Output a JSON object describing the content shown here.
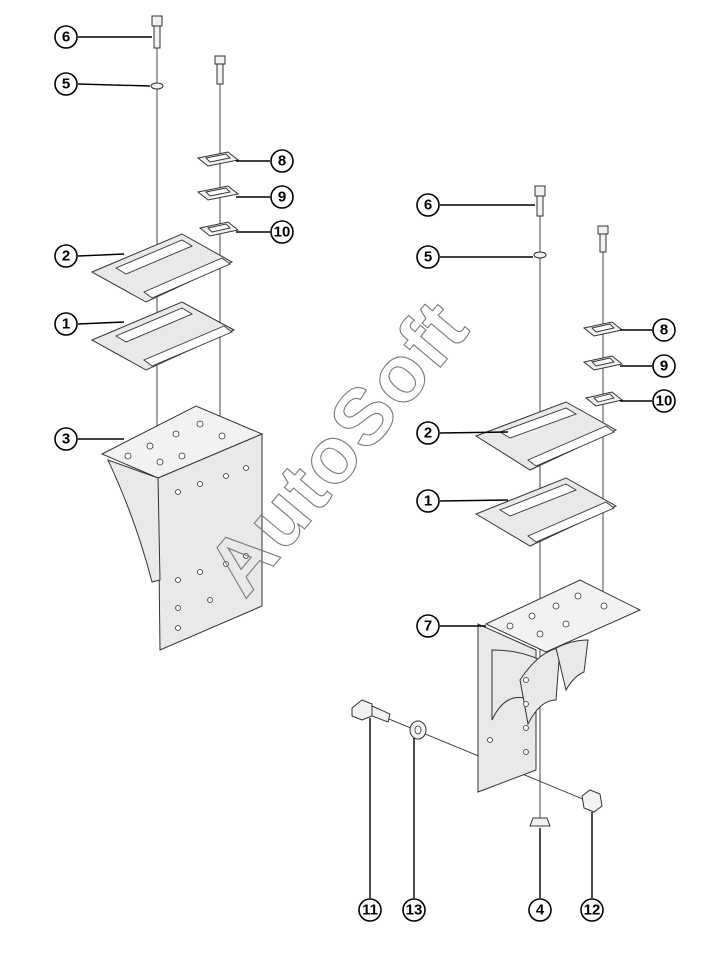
{
  "watermark": "AutoSoft",
  "callouts": {
    "left": {
      "c6": "6",
      "c5": "5",
      "c8": "8",
      "c9": "9",
      "c10": "10",
      "c2": "2",
      "c1": "1",
      "c3": "3"
    },
    "right": {
      "c6": "6",
      "c5": "5",
      "c8": "8",
      "c9": "9",
      "c10": "10",
      "c2": "2",
      "c1": "1",
      "c7": "7",
      "c11": "11",
      "c13": "13",
      "c4": "4",
      "c12": "12"
    }
  }
}
